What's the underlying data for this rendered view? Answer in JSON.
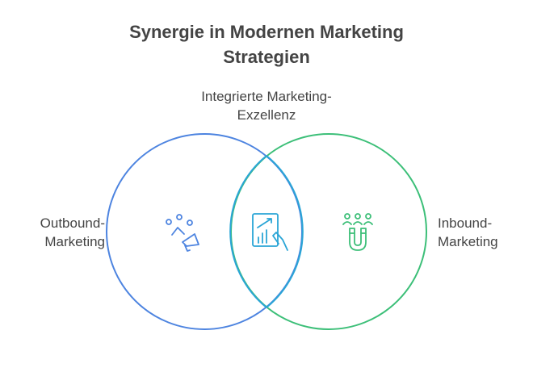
{
  "title": {
    "line1": "Synergie in Modernen Marketing",
    "line2": "Strategien"
  },
  "labels": {
    "top": {
      "line1": "Integrierte Marketing-",
      "line2": "Exzellenz"
    },
    "left": {
      "line1": "Outbound-",
      "line2": "Marketing"
    },
    "right": {
      "line1": "Inbound-",
      "line2": "Marketing"
    }
  },
  "colors": {
    "outbound": "#4d84e0",
    "inbound": "#3cbf78",
    "overlap": "#2aa5d6",
    "text": "#444444"
  },
  "icons": {
    "left": "megaphone-people-icon",
    "center": "growth-chart-tablet-icon",
    "right": "magnet-people-icon"
  }
}
